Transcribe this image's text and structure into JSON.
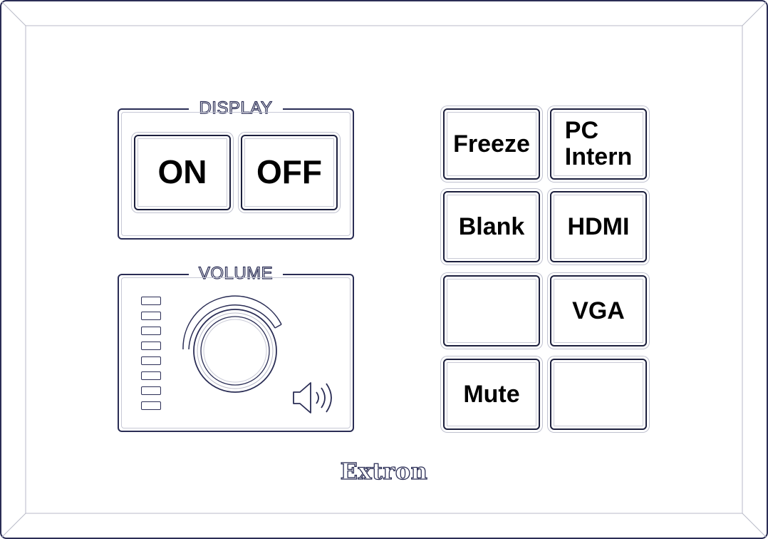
{
  "display_group": {
    "label": "DISPLAY",
    "on_label": "ON",
    "off_label": "OFF"
  },
  "volume_group": {
    "label": "VOLUME",
    "led_count": 8,
    "knob_icon": "rotary-knob-icon",
    "speaker_icon": "speaker-icon"
  },
  "keypad": {
    "buttons": [
      {
        "label": "Freeze"
      },
      {
        "label": "PC\nIntern"
      },
      {
        "label": "Blank"
      },
      {
        "label": "HDMI"
      },
      {
        "label": ""
      },
      {
        "label": "VGA"
      },
      {
        "label": "Mute"
      },
      {
        "label": ""
      }
    ]
  },
  "brand": {
    "name": "Extron"
  },
  "colors": {
    "outline": "#2a2d55",
    "key_border": "#1c1f3d",
    "background": "#ffffff"
  }
}
